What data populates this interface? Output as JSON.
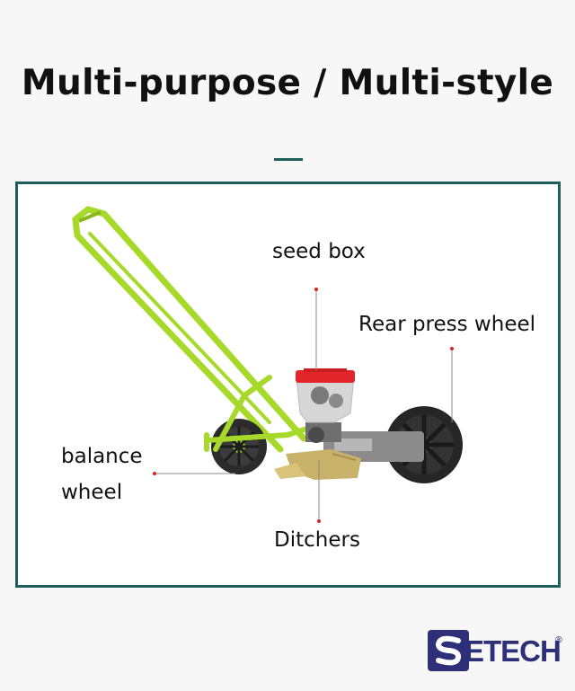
{
  "title": "Multi-purpose / Multi-style",
  "labels": {
    "seed_box": "seed box",
    "rear_press_wheel": "Rear press wheel",
    "balance_wheel_line1": "balance",
    "balance_wheel_line2": "wheel",
    "ditchers": "Ditchers"
  },
  "logo": {
    "text": "ETECH",
    "registered": "®"
  },
  "colors": {
    "frame": "#1f5d5a",
    "machine_green": "#a6d92a",
    "hopper_red": "#e0262b",
    "pointer_red": "#e02020",
    "brand": "#2e2f79"
  }
}
